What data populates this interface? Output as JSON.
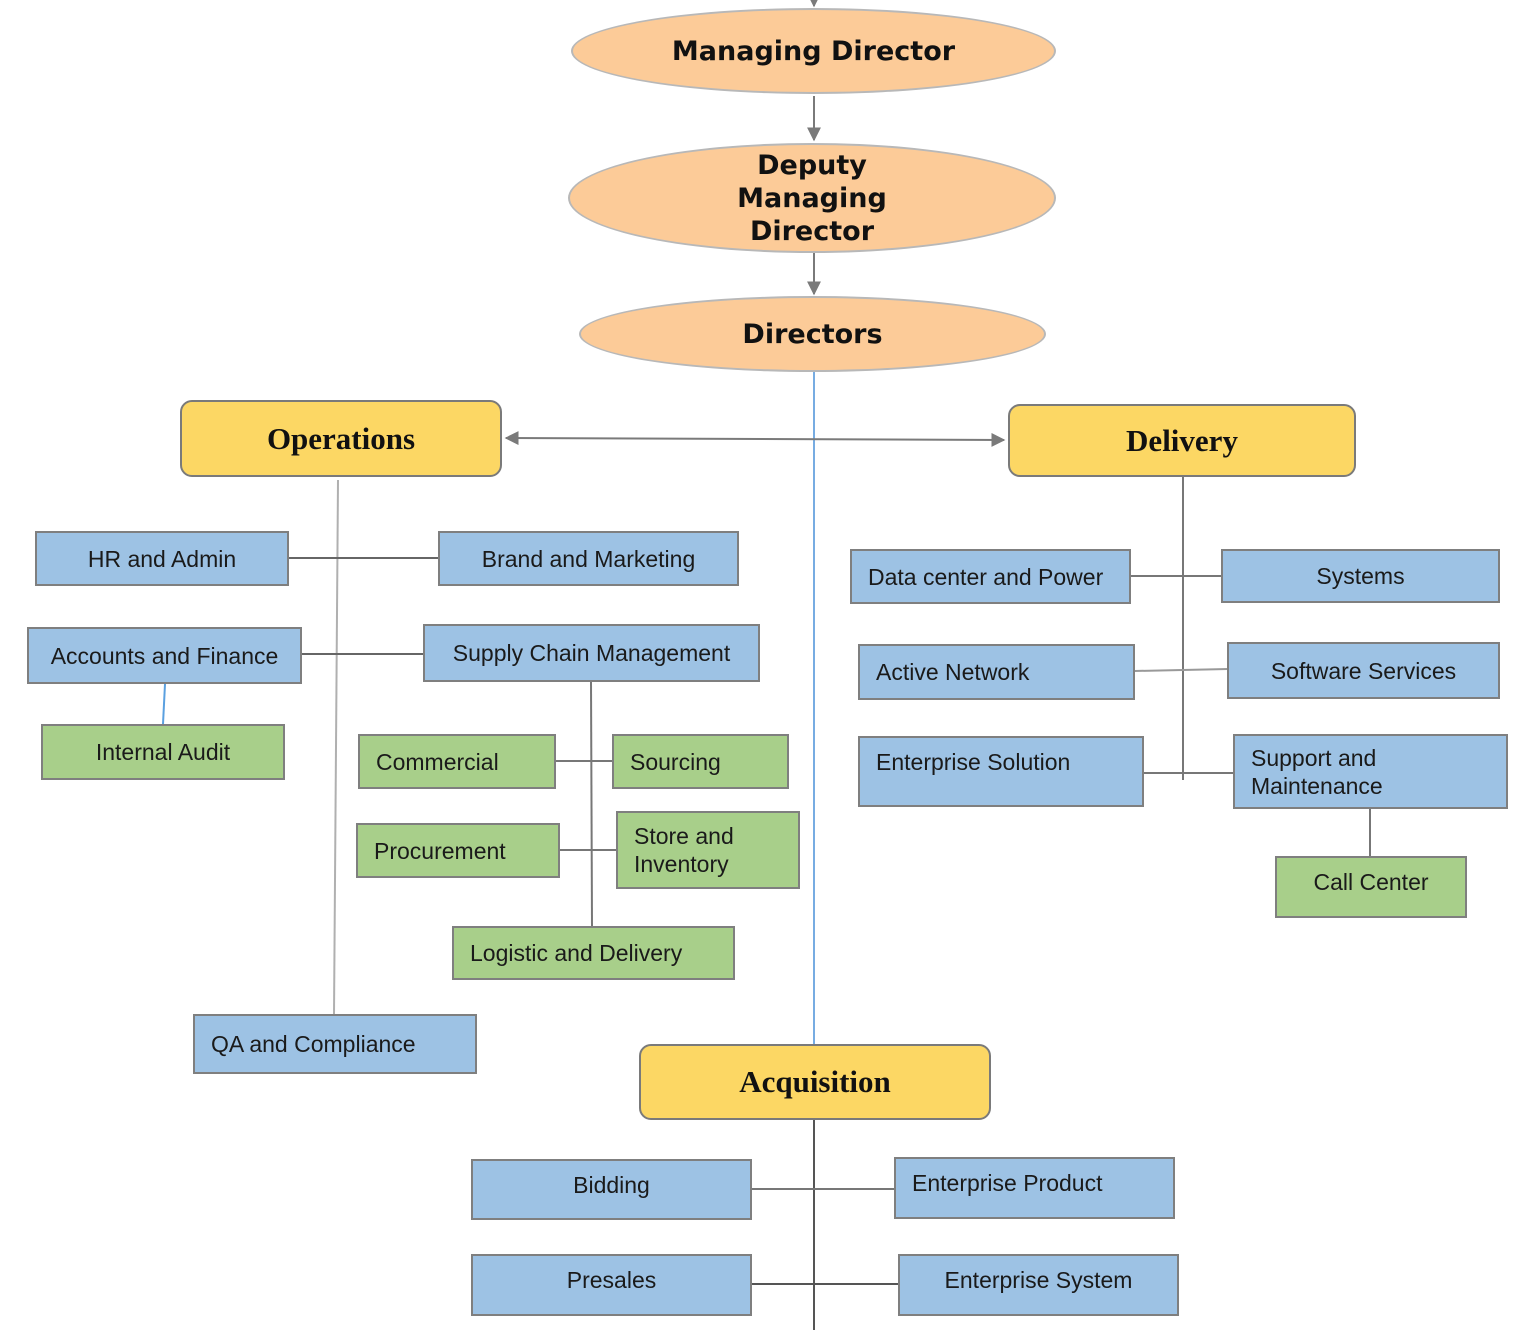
{
  "nodes": {
    "managing_director": "Managing Director",
    "deputy_managing_director": "Deputy Managing Director",
    "directors": "Directors",
    "operations": "Operations",
    "delivery": "Delivery",
    "acquisition": "Acquisition",
    "hr_admin": "HR and Admin",
    "brand_marketing": "Brand and Marketing",
    "accounts_finance": "Accounts and Finance",
    "supply_chain": "Supply Chain Management",
    "internal_audit": "Internal Audit",
    "commercial": "Commercial",
    "sourcing": "Sourcing",
    "procurement": "Procurement",
    "store_inventory": "Store and Inventory",
    "logistic_delivery": "Logistic and Delivery",
    "qa_compliance": "QA and Compliance",
    "data_center_power": "Data center and Power",
    "systems": "Systems",
    "active_network": "Active Network",
    "software_services": "Software Services",
    "enterprise_solution": "Enterprise Solution",
    "support_maintenance": "Support and Maintenance",
    "call_center": "Call Center",
    "bidding": "Bidding",
    "enterprise_product": "Enterprise Product",
    "presales": "Presales",
    "enterprise_system": "Enterprise System"
  },
  "colors": {
    "executive_fill": "#fccb98",
    "division_fill": "#fcd764",
    "department_fill": "#9dc2e4",
    "unit_fill": "#a8cf8a",
    "connector": "#8a8a8a",
    "director_link": "#4a90d9"
  }
}
